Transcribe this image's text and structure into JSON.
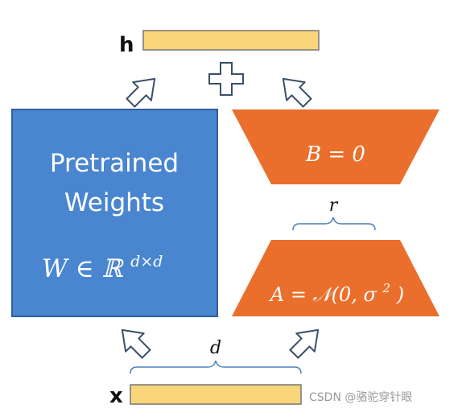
{
  "labels": {
    "h": "h",
    "x": "x",
    "d": "d",
    "r": "r"
  },
  "pretrained": {
    "line1": "Pretrained",
    "line2": "Weights",
    "formula_main": "W ∈ ℝ",
    "formula_sup": "d×d"
  },
  "matrix_b": {
    "formula": "B = 0"
  },
  "matrix_a": {
    "formula_pre": "A = 𝒩(0, σ",
    "formula_sup": "2",
    "formula_post": ")"
  },
  "plus": "+",
  "watermark": "CSDN @骆驼穿针眼",
  "colors": {
    "pretrained_fill": "#4a86d0",
    "pretrained_border": "#2f5f9a",
    "orange_fill": "#ea6f2c",
    "vector_fill": "#fad57a",
    "vector_border": "#777777",
    "arrow_stroke": "#3a4f6a"
  }
}
